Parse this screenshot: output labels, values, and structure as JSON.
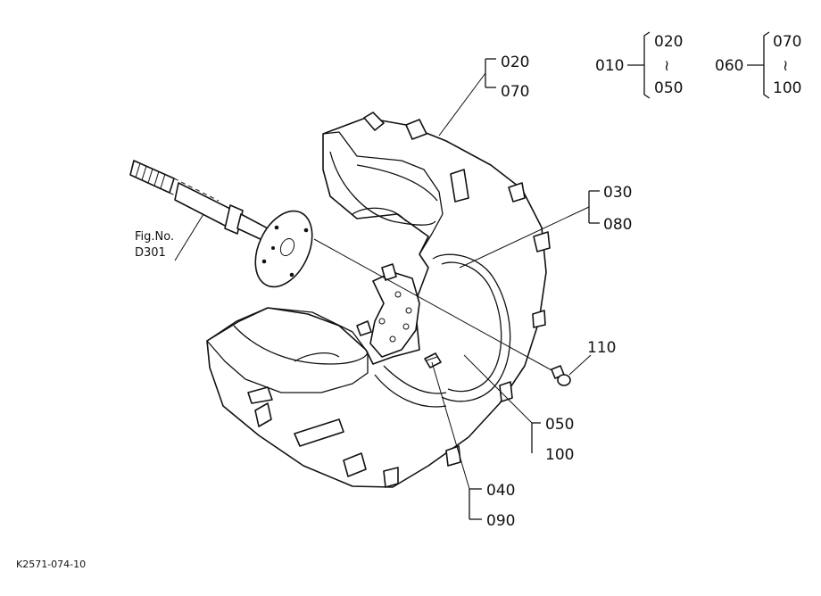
{
  "figure_code": "K2571-074-10",
  "figure_reference": {
    "line1": "Fig.No.",
    "line2": "D301"
  },
  "range_groups": [
    {
      "key": "010",
      "from": "020",
      "to": "050",
      "tilde": "≀"
    },
    {
      "key": "060",
      "from": "070",
      "to": "100",
      "tilde": "≀"
    }
  ],
  "callouts": {
    "top_pair": {
      "upper": "020",
      "lower": "070"
    },
    "right_pair": {
      "upper": "030",
      "lower": "080"
    },
    "bolt": "110",
    "lower_right_pair": {
      "upper": "050",
      "lower": "100"
    },
    "bottom_pair": {
      "upper": "040",
      "lower": "090"
    }
  }
}
